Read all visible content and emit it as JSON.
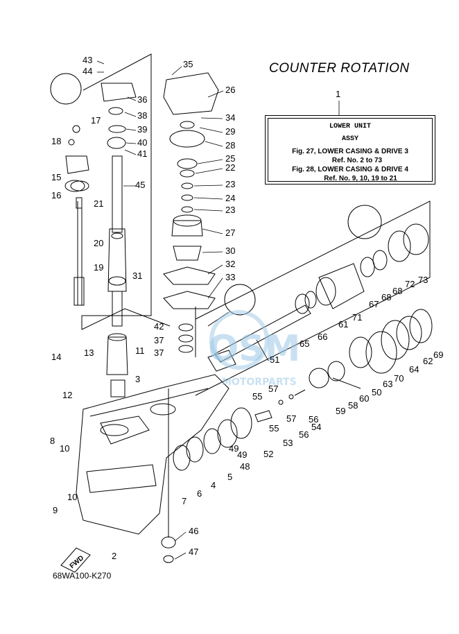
{
  "title": "COUNTER ROTATION",
  "assembly_box": {
    "ref_number": "1",
    "line1": "LOWER UNIT",
    "line2": "ASSY",
    "line3": "Fig. 27, LOWER CASING & DRIVE 3",
    "line4": "Ref. No. 2 to 73",
    "line5": "Fig. 28, LOWER CASING & DRIVE 4",
    "line6": "Ref. No. 9, 10, 19 to 21"
  },
  "drawing_code": "68WA100-K270",
  "fwd_label": "FWD",
  "watermark": {
    "brand": "OSM",
    "sub": "MOTORPARTS"
  },
  "callouts": [
    "2",
    "3",
    "4",
    "5",
    "6",
    "7",
    "8",
    "9",
    "10",
    "10",
    "11",
    "12",
    "13",
    "14",
    "15",
    "16",
    "17",
    "18",
    "19",
    "20",
    "21",
    "22",
    "23",
    "23",
    "24",
    "25",
    "26",
    "27",
    "28",
    "29",
    "30",
    "31",
    "32",
    "33",
    "34",
    "35",
    "36",
    "37",
    "37",
    "38",
    "39",
    "40",
    "41",
    "42",
    "43",
    "44",
    "45",
    "46",
    "47",
    "48",
    "49",
    "49",
    "50",
    "51",
    "52",
    "53",
    "54",
    "55",
    "55",
    "56",
    "56",
    "57",
    "57",
    "58",
    "59",
    "60",
    "61",
    "62",
    "63",
    "64",
    "65",
    "66",
    "67",
    "68",
    "68",
    "69",
    "70",
    "71",
    "72",
    "73"
  ]
}
